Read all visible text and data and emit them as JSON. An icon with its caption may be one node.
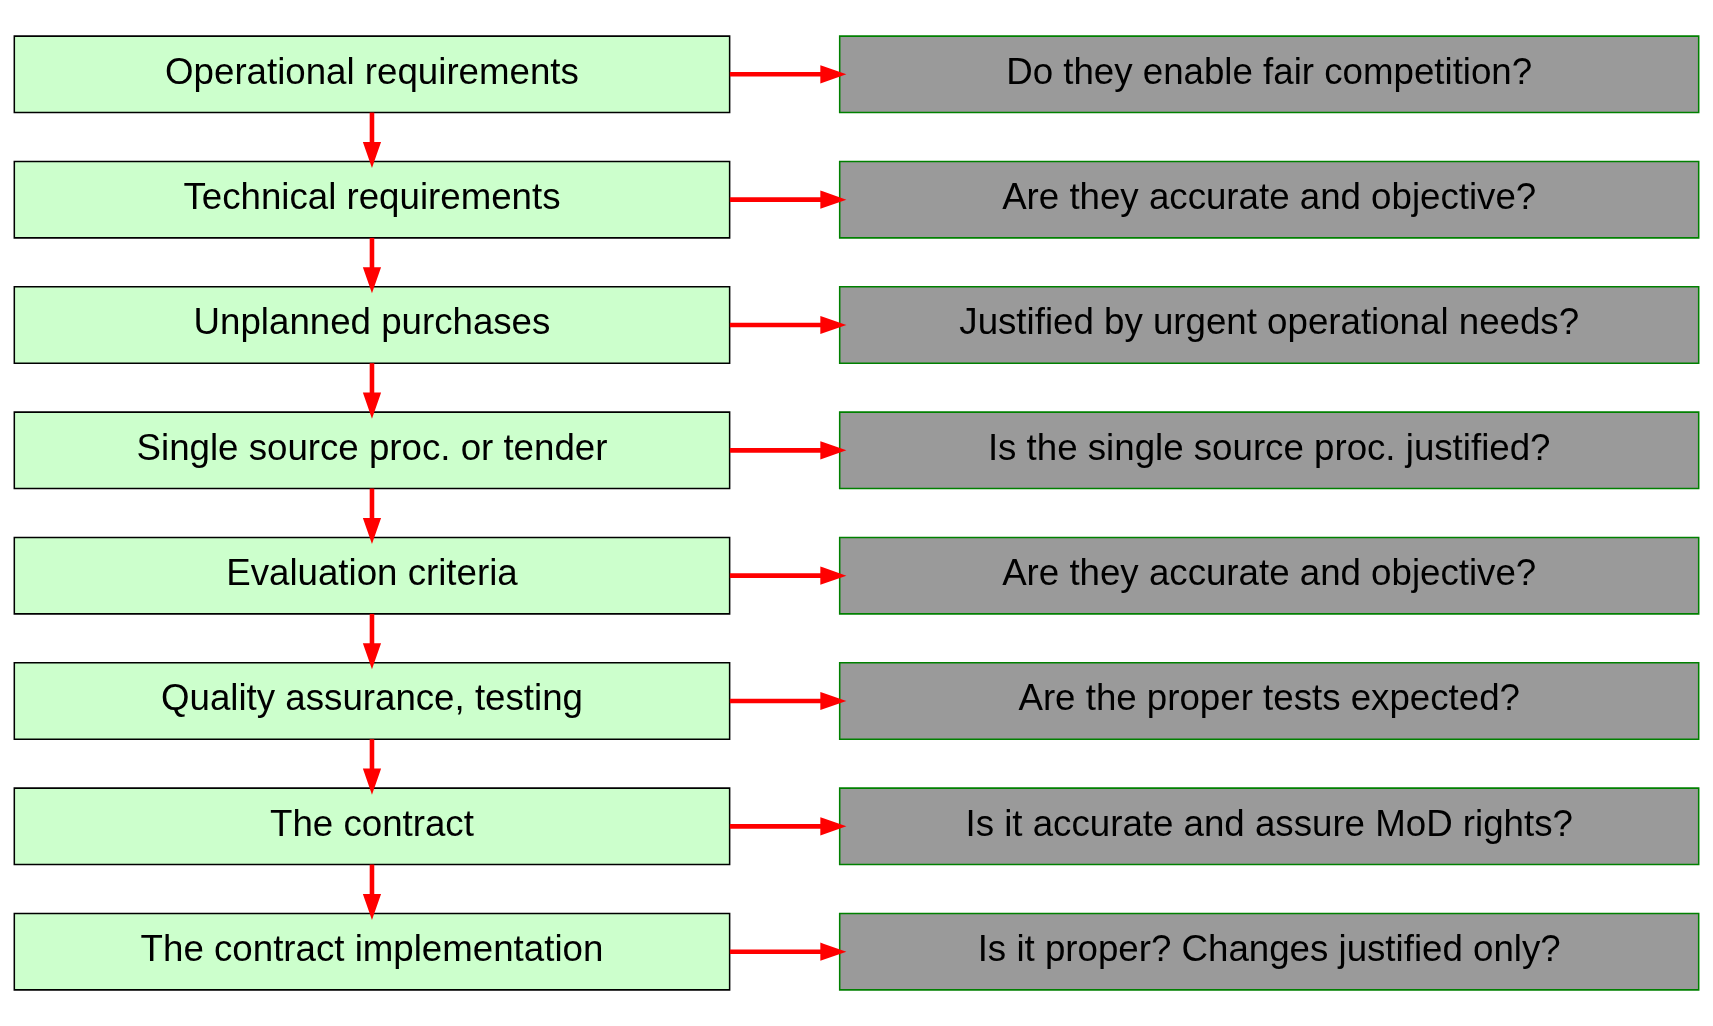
{
  "diagram": {
    "nodes": [
      {
        "text": [
          "Operational requirements"
        ]
      },
      {
        "text": [
          "Technical requirements"
        ]
      },
      {
        "text": [
          "Unplanned purchases"
        ]
      },
      {
        "text": [
          "Single source proc. or tender"
        ]
      },
      {
        "text": [
          "Evaluation criteria"
        ]
      },
      {
        "text": [
          "Quality assurance, testing"
        ]
      },
      {
        "text": [
          "The contract"
        ]
      },
      {
        "text": [
          "The contract implementation"
        ]
      },
      {
        "text": [
          "Do they enable fair competition?"
        ]
      },
      {
        "text": [
          "Are they accurate and objective?"
        ]
      },
      {
        "text": [
          "Justified by urgent operational needs?"
        ]
      },
      {
        "text": [
          "Is the single source proc. justified?"
        ]
      },
      {
        "text": [
          "Are they accurate and objective?"
        ]
      },
      {
        "text": [
          "Are the proper tests expected?"
        ]
      },
      {
        "text": [
          "Is it accurate and assure MoD rights?"
        ]
      },
      {
        "text": [
          "Is it proper? Changes justified only?"
        ]
      }
    ],
    "edges": [
      {
        "from": 0,
        "to": 1,
        "arrow": "to"
      },
      {
        "from": 1,
        "to": 2,
        "arrow": "to"
      },
      {
        "from": 2,
        "to": 3,
        "arrow": "to"
      },
      {
        "from": 3,
        "to": 4,
        "arrow": "to"
      },
      {
        "from": 4,
        "to": 5,
        "arrow": "to"
      },
      {
        "from": 5,
        "to": 6,
        "arrow": "to"
      },
      {
        "from": 6,
        "to": 7,
        "arrow": "to"
      },
      {
        "from": 0,
        "to": 8,
        "arrow": "to"
      },
      {
        "from": 1,
        "to": 9,
        "arrow": "to"
      },
      {
        "from": 2,
        "to": 10,
        "arrow": "to"
      },
      {
        "from": 3,
        "to": 11,
        "arrow": "to"
      },
      {
        "from": 4,
        "to": 12,
        "arrow": "to"
      },
      {
        "from": 5,
        "to": 13,
        "arrow": "to"
      },
      {
        "from": 6,
        "to": 14,
        "arrow": "to"
      },
      {
        "from": 7,
        "to": 15,
        "arrow": "to"
      }
    ]
  }
}
